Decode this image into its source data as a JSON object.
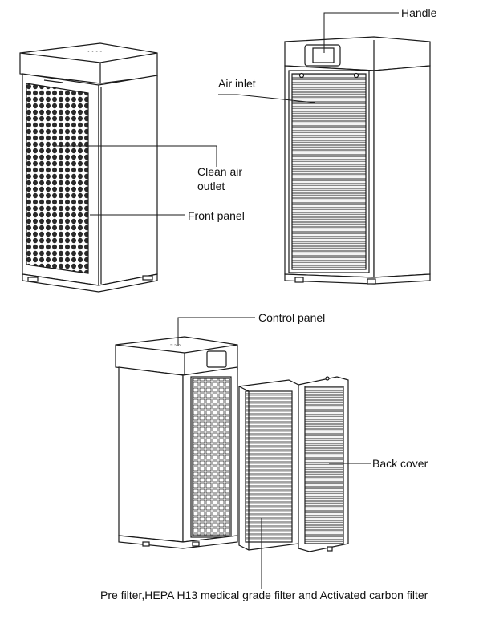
{
  "labels": {
    "handle": "Handle",
    "air_inlet": "Air inlet",
    "clean_air_line1": "Clean air",
    "clean_air_line2": "outlet",
    "front_panel": "Front panel",
    "control_panel": "Control panel",
    "back_cover": "Back cover",
    "filters": "Pre filter,HEPA H13 medical grade filter and Activated carbon filter"
  },
  "colors": {
    "line": "#1a1a1a",
    "fill": "#ffffff",
    "mesh_fill": "#2a2a2a",
    "louver_fill": "#f4f4f4"
  }
}
